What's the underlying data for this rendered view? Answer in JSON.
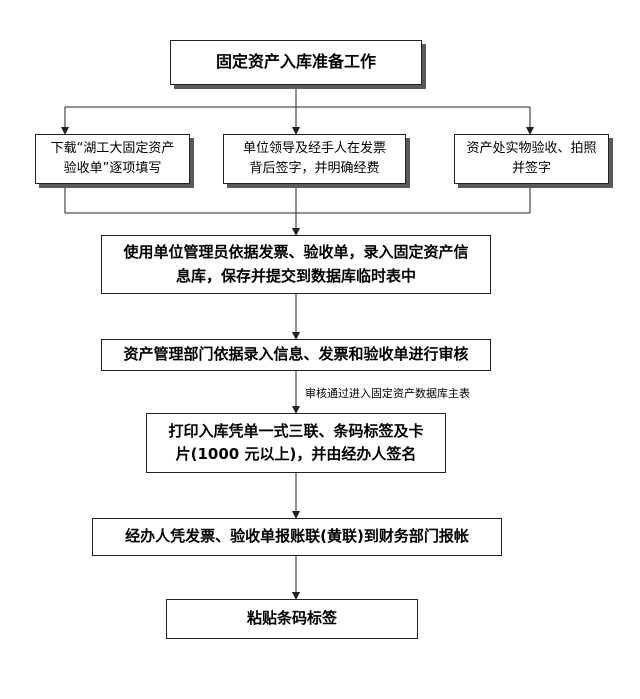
{
  "flow": {
    "title": "固定资产入库准备工作",
    "branch_left": "下载“湖工大固定资产\n验收单”逐项填写",
    "branch_mid": "单位领导及经手人在发票\n背后签字，并明确经费",
    "branch_right": "资产处实物验收、拍照\n并签字",
    "step1": "使用单位管理员依据发票、验收单，录入固定资产信\n息库，保存并提交到数据库临时表中",
    "step2": "资产管理部门依据录入信息、发票和验收单进行审核",
    "approval_note": "审核通过进入固定资产数据库主表",
    "step3": "打印入库凭单一式三联、条码标签及卡\n片(1000 元以上)，并由经办人签名",
    "step4": "经办人凭发票、验收单报账联(黄联)到财务部门报帐",
    "step5": "粘贴条码标签"
  }
}
